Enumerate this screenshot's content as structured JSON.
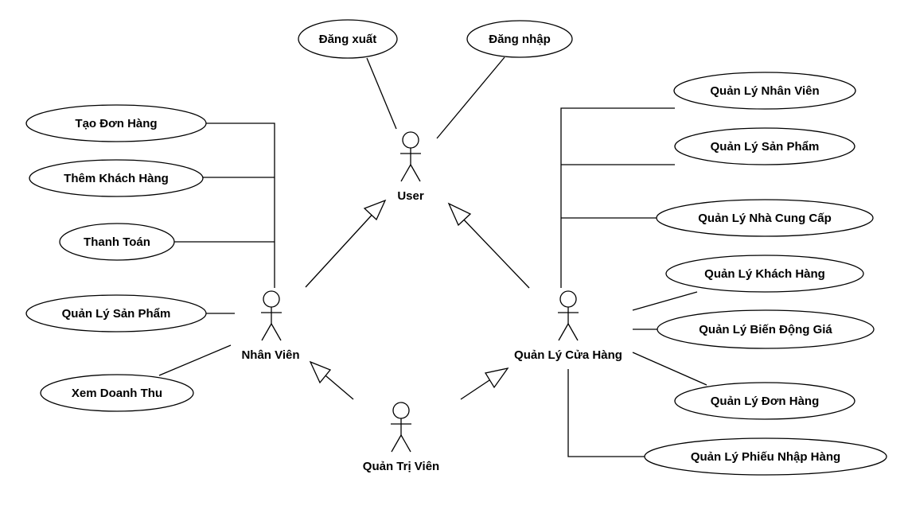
{
  "actors": {
    "user": "User",
    "nhan_vien": "Nhân Viên",
    "quan_ly_cua_hang": "Quản Lý Cửa Hàng",
    "quan_tri_vien": "Quản Trị Viên"
  },
  "use_cases": {
    "dang_xuat": "Đăng xuất",
    "dang_nhap": "Đăng nhập",
    "tao_don_hang": "Tạo Đơn Hàng",
    "them_khach_hang": "Thêm Khách Hàng",
    "thanh_toan": "Thanh Toán",
    "nv_quan_ly_san_pham": "Quản Lý Sản Phẩm",
    "xem_doanh_thu": "Xem Doanh Thu",
    "quan_ly_nhan_vien": "Quản Lý Nhân Viên",
    "ql_quan_ly_san_pham": "Quản Lý Sản Phẩm",
    "quan_ly_nha_cung_cap": "Quản Lý Nhà Cung Cấp",
    "quan_ly_khach_hang": "Quản Lý Khách Hàng",
    "quan_ly_bien_dong_gia": "Quản Lý Biến Động Giá",
    "quan_ly_don_hang": "Quản Lý Đơn Hàng",
    "quan_ly_phieu_nhap_hang": "Quản Lý Phiếu Nhập Hàng"
  }
}
